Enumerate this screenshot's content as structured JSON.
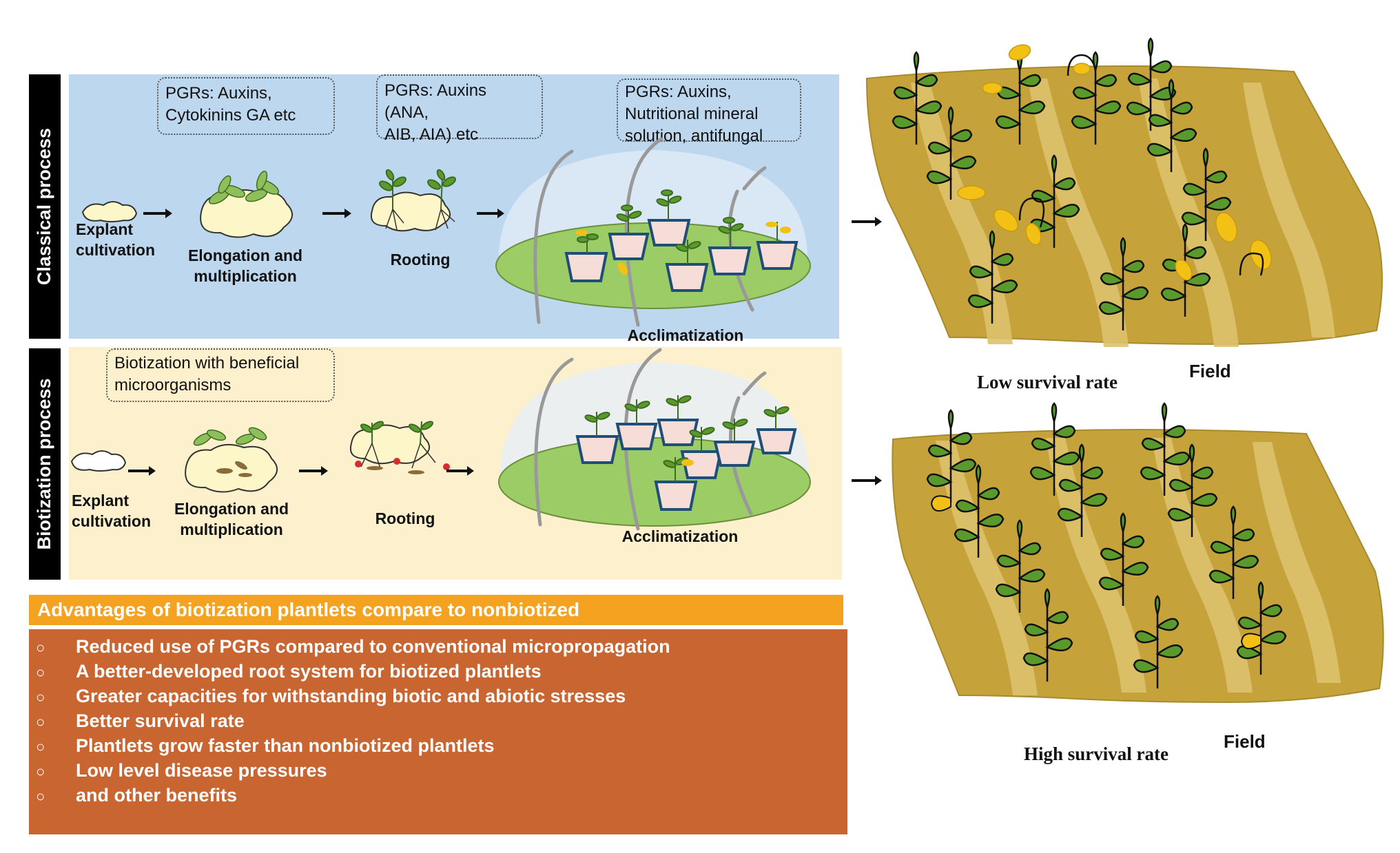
{
  "classical": {
    "side_label": "Classical  process",
    "callouts": [
      "PGRs: Auxins,\nCytokinins GA etc",
      "PGRs: Auxins (ANA,\nAIB, AIA) etc",
      "PGRs: Auxins,\nNutritional mineral\nsolution, antifungal"
    ],
    "steps": [
      "Explant\ncultivation",
      "Elongation and\nmultiplication",
      "Rooting",
      "Acclimatization"
    ]
  },
  "biotization": {
    "side_label": "Biotization process",
    "callout": "Biotization with beneficial\nmicroorganisms",
    "steps": [
      "Explant\ncultivation",
      "Elongation and\nmultiplication",
      "Rooting",
      "Acclimatization"
    ]
  },
  "advantages": {
    "title": "Advantages of biotization plantlets compare to nonbiotized",
    "bullet": "○",
    "items": [
      "Reduced use of PGRs compared to conventional micropropagation",
      "A better-developed root system for biotized plantlets",
      "Greater capacities for withstanding biotic and abiotic stresses",
      "Better  survival rate",
      "Plantlets grow faster than nonbiotized plantlets",
      "Low level disease pressures",
      "and other benefits"
    ]
  },
  "fields": {
    "top": {
      "survival_label": "Low survival rate",
      "field_label": "Field"
    },
    "bottom": {
      "survival_label": "High  survival rate",
      "field_label": "Field"
    }
  },
  "colors": {
    "classical_bg": "#bdd7ee",
    "biotization_bg": "#fdf0cc",
    "adv_header": "#f4a21f",
    "adv_box": "#c96530",
    "field_soil": "#c5a23a",
    "field_stripe": "#ddc26d",
    "leaf_green": "#5a9a2c",
    "leaf_yellow": "#f3c015"
  }
}
